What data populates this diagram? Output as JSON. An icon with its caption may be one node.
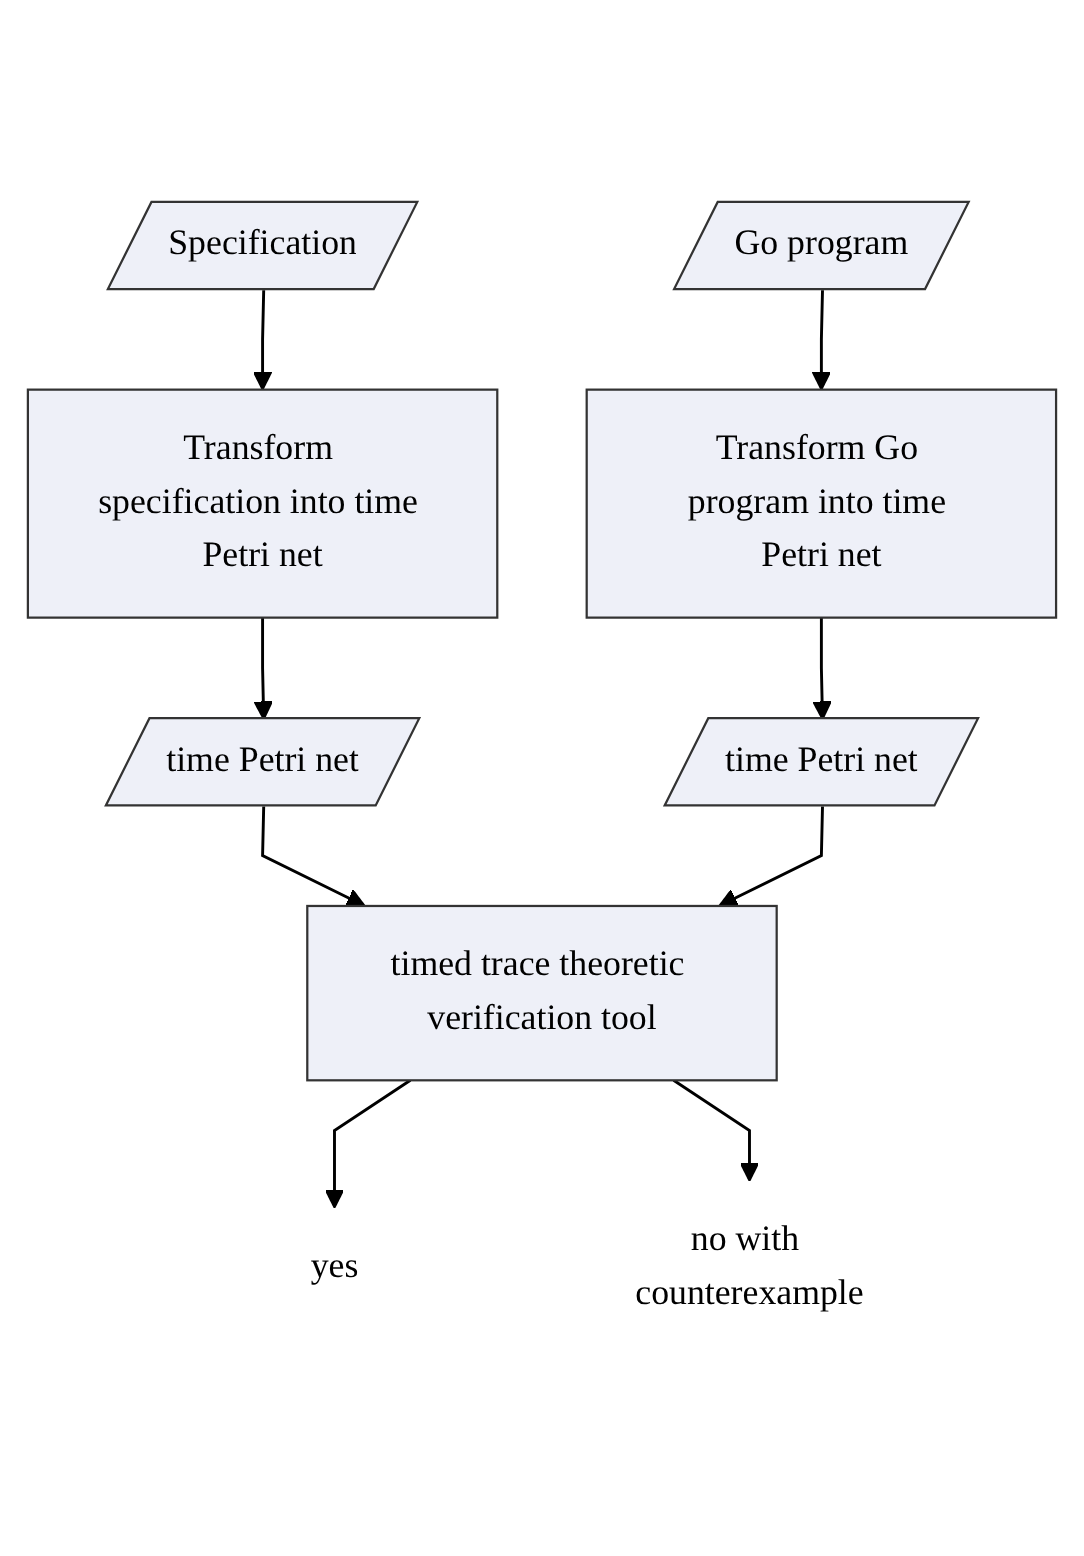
{
  "diagram": {
    "nodes": [
      {
        "text": [
          "Specification"
        ]
      },
      {
        "text": [
          "Go program"
        ]
      },
      {
        "text": [
          "Transform specification into time Petri net"
        ]
      },
      {
        "text": [
          "Transform Go program into time Petri net"
        ]
      },
      {
        "text": [
          "time Petri net"
        ]
      },
      {
        "text": [
          "time Petri net"
        ]
      },
      {
        "text": [
          "timed trace theoretic verification tool"
        ]
      },
      {
        "text": [
          "yes"
        ]
      },
      {
        "text": [
          "no with counterexample"
        ]
      }
    ],
    "edges": [
      {
        "from": 0,
        "to": 2,
        "arrow": "to"
      },
      {
        "from": 1,
        "to": 3,
        "arrow": "to"
      },
      {
        "from": 2,
        "to": 4,
        "arrow": "to"
      },
      {
        "from": 3,
        "to": 5,
        "arrow": "to"
      },
      {
        "from": 4,
        "to": 6,
        "arrow": "to"
      },
      {
        "from": 5,
        "to": 6,
        "arrow": "to"
      },
      {
        "from": 6,
        "to": 7,
        "arrow": "to"
      },
      {
        "from": 6,
        "to": 8,
        "arrow": "to"
      }
    ]
  }
}
